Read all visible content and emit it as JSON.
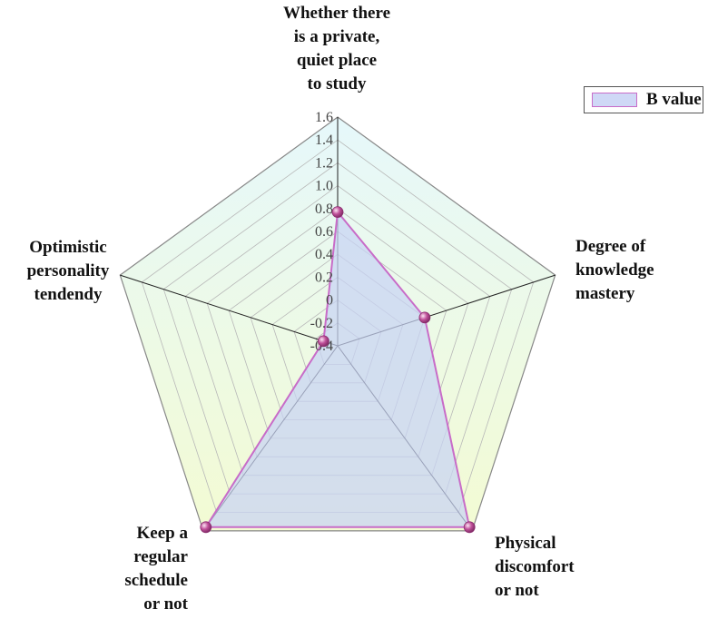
{
  "chart_data": {
    "type": "radar",
    "axes": [
      [
        "Whether there",
        "is a private,",
        "quiet place",
        "to study"
      ],
      [
        "Degree of",
        "knowledge",
        "mastery"
      ],
      [
        "Physical",
        "discomfort",
        "or not"
      ],
      [
        "Keep a",
        "regular",
        "schedule",
        "or not"
      ],
      [
        "Optimistic",
        "personality",
        "tendendy"
      ]
    ],
    "series": [
      {
        "name": "B value",
        "values": [
          0.77,
          0.4,
          1.56,
          1.56,
          -0.27
        ]
      }
    ],
    "r_range": [
      -0.4,
      1.6
    ],
    "ticks": [
      "-0.4",
      "-0.2",
      "0",
      "0.2",
      "0.4",
      "0.6",
      "0.8",
      "1.0",
      "1.2",
      "1.4",
      "1.6"
    ],
    "grid": true,
    "legend_position": "top-right"
  },
  "legend": {
    "label": "B value"
  },
  "colors": {
    "fill": "#c8d2f4",
    "line": "#c86cc8",
    "marker": "#c0509a",
    "grid": "#b8b8b8",
    "bg_top": "#e6f8fb",
    "bg_bottom": "#f3fbd3"
  }
}
